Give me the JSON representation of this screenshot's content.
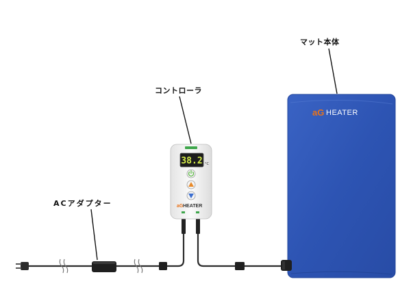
{
  "labels": {
    "ac_adapter": "ACアダプター",
    "controller": "コントローラ",
    "mat": "マット本体"
  },
  "brand": {
    "logo_prefix": "aG",
    "logo_word": "HEATER"
  },
  "controller": {
    "display_value": "38.2",
    "unit": "°C",
    "status_tab": "ON"
  },
  "colors": {
    "mat_blue": "#2d54b3",
    "mat_edge": "#21449a",
    "brand_orange": "#e8731b",
    "cable": "#2b2b2b",
    "display_bg": "#1c1c1c",
    "display_digits": "#d8f04a",
    "power_button": "#5fb848",
    "up_button": "#e88a2a",
    "down_button": "#3c6fd0"
  },
  "icons": {
    "plug": "ac-plug-icon",
    "break_mark": "cable-break-icon",
    "power": "power-icon",
    "up": "triangle-up-icon",
    "down": "triangle-down-icon"
  }
}
